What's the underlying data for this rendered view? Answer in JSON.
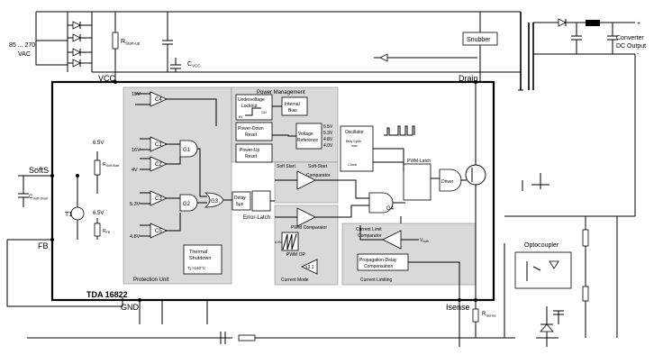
{
  "chip": {
    "name": "TDA 16822"
  },
  "pins": {
    "vcc": "VCC",
    "drain": "Drain",
    "softs": "SoftS",
    "fb": "FB",
    "gnd": "GND",
    "isense": "Isense"
  },
  "external": {
    "mains": "85 ... 270",
    "vac": "VAC",
    "r_startup": "R",
    "r_startup_sub": "Start-up",
    "c_vcc": "C",
    "c_vcc_sub": "VCC",
    "snubber": "Snubber",
    "converter_line1": "Converter",
    "converter_line2": "DC Output",
    "plus": "+",
    "minus": "-",
    "optocoupler": "Optocoupler",
    "c_softstart": "C",
    "c_softstart_sub": "Soft-Start",
    "t1": "T1",
    "r_sense": "R",
    "r_sense_sub": "Sense"
  },
  "internal": {
    "v65a": "6.5V",
    "v65b": "6.5V",
    "r_softstart": "R",
    "r_softstart_sub": "Soft-Start",
    "r_fb": "R",
    "r_fb_sub": "FB",
    "c4_ref": "15V",
    "c1_ref": "16V",
    "c2_ref": "4V",
    "c3_ref": "5.3V",
    "c5_ref": "4.8V",
    "comp_c4": "C4",
    "comp_c1": "C1",
    "comp_c2": "C2",
    "comp_c3": "C3",
    "comp_c5": "C5",
    "gate_g1": "G1",
    "gate_g2": "G2",
    "gate_g3": "G3",
    "gate_g4": "G4",
    "delay_line1": "Delay",
    "delay_line2": "5μs",
    "error_latch": "Error-Latch",
    "thermal_line1": "Thermal",
    "thermal_line2": "Shutdown",
    "thermal_temp": "Tj >140°C",
    "protection_unit": "Protection Unit",
    "power_management": "Power Management",
    "uvlo_line1": "Undervoltage",
    "uvlo_line2": "Lockout",
    "uvlo_v1": "8V",
    "uvlo_v2": "14V",
    "internal_bias_line1": "Internal",
    "internal_bias_line2": "Bias",
    "pdr_line1": "Power-Down",
    "pdr_line2": "Reset",
    "pur_line1": "Power-Up",
    "pur_line2": "Reset",
    "vref_line1": "Voltage",
    "vref_line2": "Reference",
    "vref_v1": "6.5V",
    "vref_v2": "5.3V",
    "vref_v3": "4.8V",
    "vref_v4": "4.0V",
    "soft_start": "Soft Start",
    "soft_start_comp_line1": "Soft-Start",
    "soft_start_comp_line2": "Comparator",
    "oscillator": "Oscillator",
    "duty_cycle_line1": "Duty Cycle",
    "duty_cycle_line2": "max",
    "clock": "Clock",
    "pwm_latch": "PWM-Latch",
    "driver": "Driver",
    "pwm_comparator": "PWM Comparator",
    "ramp_v": "0.8V",
    "pwm_op": "PWM OP",
    "x31": "x3.1",
    "current_mode": "Current Mode",
    "cl_comp_line1": "Current Limit",
    "cl_comp_line2": "Comparator",
    "vcsth": "V",
    "vcsth_sub": "csth",
    "prop_line1": "Propagation-Delay",
    "prop_line2": "Compensation",
    "current_limiting": "Current Limiting"
  }
}
